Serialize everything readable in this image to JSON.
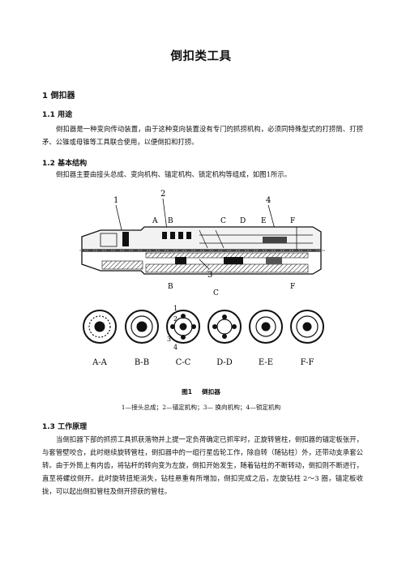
{
  "doc": {
    "title": "倒扣类工具",
    "sec1": "1  倒扣器",
    "sec1_1": "1.1 用途",
    "para1": "倒扣器是一种变向传动装置，由于这种变向装置没有专门的抓捞机构，必须同特殊型式的打捞筒、打捞矛、公锥或母锥等工具联合使用，以便倒扣和打捞。",
    "sec1_2": "1.2 基本结构",
    "para2": "倒扣器主要由接头总成、变向机构、锚定机构、锁定机构等组成，如图1所示。",
    "figure": {
      "callouts": [
        "1",
        "2",
        "3",
        "4"
      ],
      "section_letters_top": [
        "A",
        "B",
        "C",
        "D",
        "E",
        "F"
      ],
      "section_letters_bottom": [
        "B",
        "C",
        "F"
      ],
      "section_views": [
        "A-A",
        "B-B",
        "C-C",
        "D-D",
        "E-E",
        "F-F"
      ],
      "cc_numbers": [
        "1",
        "2",
        "3",
        "4"
      ]
    },
    "caption_num": "图1",
    "caption_text": "倒扣器",
    "legend": "1—接头总成；2—锚定机构；3— 换向机构；4—锁定机构",
    "sec1_3": "1.3 工作原理",
    "para3": "当倒扣器下部的抓捞工具抓获落物并上提一定负荷确定已抓牢时，正旋转管柱，倒扣器的锚定板张开，与套管壁咬合，此时继续旋转管柱，倒扣器中的一组行星齿轮工作，除自转（随钻柱）外，还带动支承套公转。由于外筒上有内齿，将钻杆的转向变为左旋，倒扣开始发生，随着钻柱的不断转动，倒扣则不断进行，直至将螺纹倒开。此时旋转扭矩消失，钻柱悬重有所增加，倒扣完成之后，左旋钻柱 2～3 圈，锚定板收拢，可以起出倒扣管柱及倒开捞获的管柱。"
  }
}
